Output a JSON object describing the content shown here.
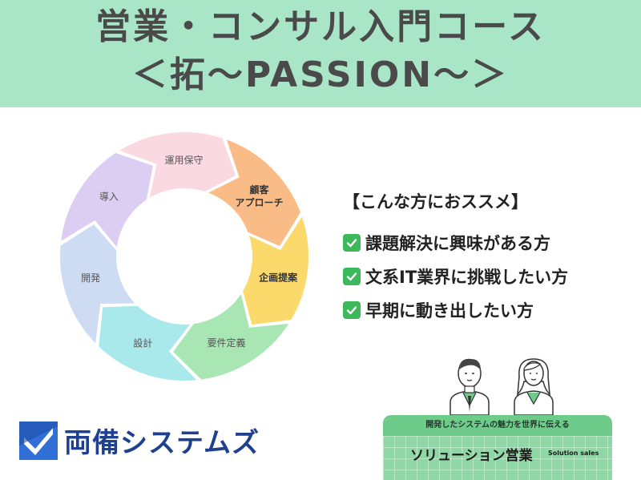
{
  "banner": {
    "line1": "営業・コンサル入門コース",
    "line2": "＜拓〜PASSION〜＞",
    "bg_color": "#a9e6c8"
  },
  "cycle": {
    "segments": [
      {
        "label": "顧客",
        "label2": "アプローチ",
        "color": "#f9bc86"
      },
      {
        "label": "企画提案",
        "label2": "",
        "color": "#fbd96b"
      },
      {
        "label": "要件定義",
        "label2": "",
        "color": "#a8e6b4"
      },
      {
        "label": "設計",
        "label2": "",
        "color": "#a9e9ec"
      },
      {
        "label": "開発",
        "label2": "",
        "color": "#cddcf3"
      },
      {
        "label": "導入",
        "label2": "",
        "color": "#dccdf2"
      },
      {
        "label": "運用保守",
        "label2": "",
        "color": "#fbd9e0"
      }
    ]
  },
  "recommend": {
    "title": "【こんな方におススメ】",
    "items": [
      "課題解決に興味がある方",
      "文系IT業界に挑戦したい方",
      "早期に動き出したい方"
    ],
    "check_color": "#3cb95a"
  },
  "logo": {
    "text": "両備システムズ",
    "color": "#1f3f8f"
  },
  "card": {
    "caption": "開発したシステムの魅力を世界に伝える",
    "title": "ソリューション営業",
    "subtitle": "Solution sales"
  }
}
